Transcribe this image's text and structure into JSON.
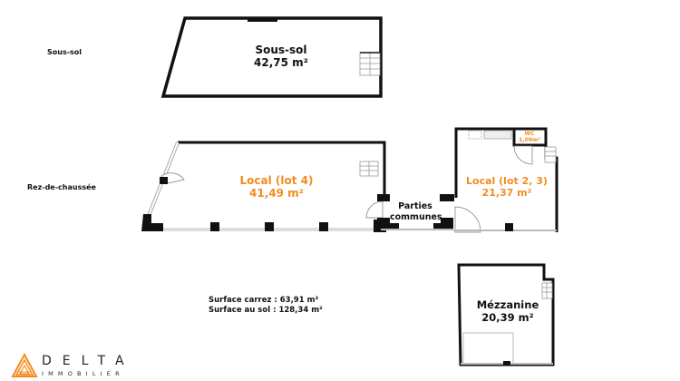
{
  "levels": {
    "basement": "Sous-sol",
    "ground": "Rez-de-chaussée"
  },
  "rooms": {
    "sous_sol": {
      "name": "Sous-sol",
      "area": "42,75 m²"
    },
    "local_lot4": {
      "name": "Local (lot 4)",
      "area": "41,49 m²"
    },
    "local_lot23": {
      "name": "Local (lot 2, 3)",
      "area": "21,37 m²"
    },
    "wc": {
      "name": "WC",
      "area": "1,09m²"
    },
    "parties_communes": {
      "line1": "Parties",
      "line2": "communes"
    },
    "mezzanine": {
      "name": "Mézzanine",
      "area": "20,39 m²"
    }
  },
  "summary": {
    "carrez": "Surface carrez : 63,91 m²",
    "sol": "Surface au sol : 128,34 m²"
  },
  "logo": {
    "word": "DELTA",
    "sub": "IMMOBILIER"
  },
  "colors": {
    "accent_orange": "#f28c1e",
    "wall": "#111111"
  }
}
